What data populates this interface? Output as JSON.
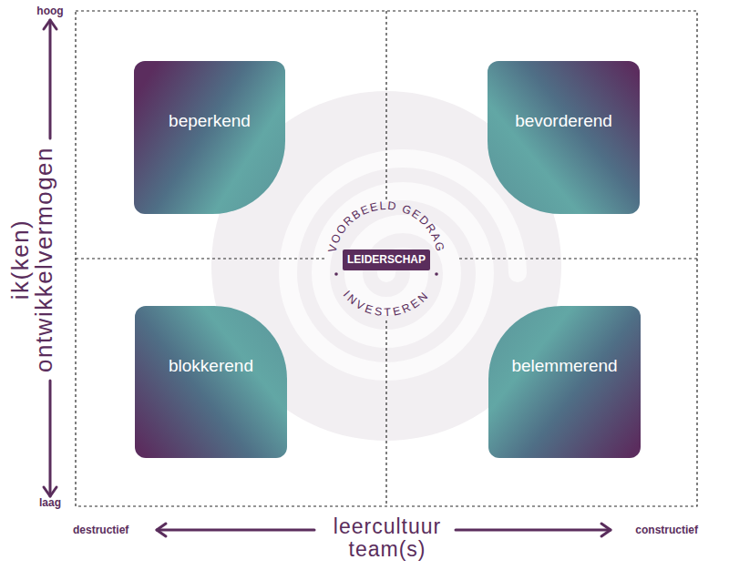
{
  "diagram": {
    "nodes": [
      {
        "text": [
          "beperkend"
        ]
      },
      {
        "text": [
          "bevorderend"
        ]
      },
      {
        "text": [
          "LEIDERSCHAP"
        ]
      },
      {
        "text": [
          "blokkerend"
        ]
      },
      {
        "text": [
          "belemmerend"
        ]
      }
    ],
    "labels": [
      "hoog",
      "VOORBEELD GEDRAG",
      "INVESTEREN",
      "ik(ken) ontwikkelvermogen",
      "laag",
      "destructief",
      "leercultuur team(s)",
      "constructief"
    ]
  }
}
